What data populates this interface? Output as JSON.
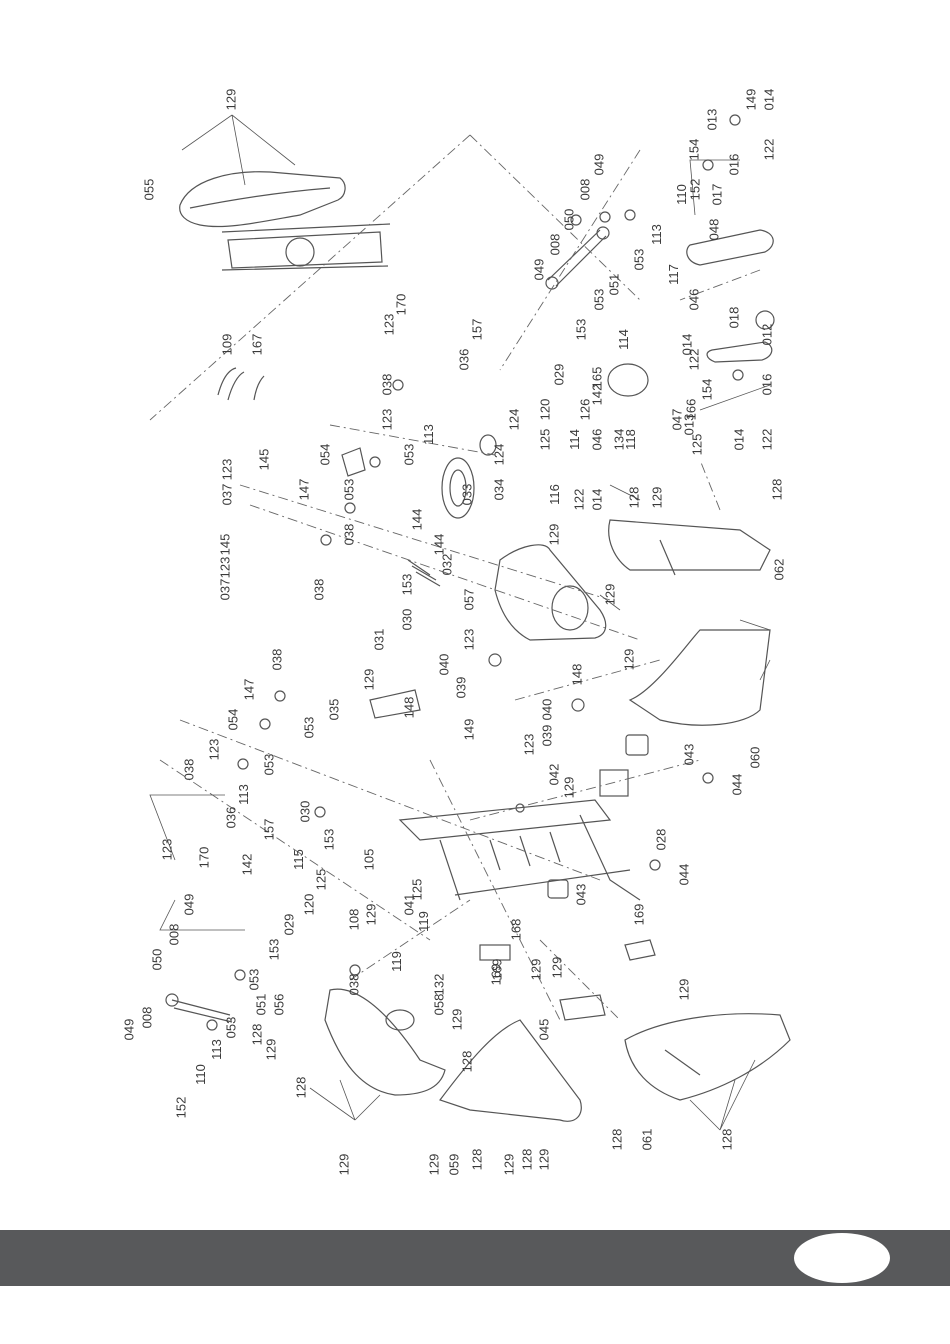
{
  "colors": {
    "line": "#555555",
    "label": "#3a3a3a",
    "footer_bar": "#58595b",
    "page_badge": "#ffffff"
  },
  "page_number": "",
  "parts": [
    {
      "id": "p1",
      "text": "129"
    },
    {
      "id": "p2",
      "text": "055"
    },
    {
      "id": "p3",
      "text": "014"
    },
    {
      "id": "p4",
      "text": "149"
    },
    {
      "id": "p5",
      "text": "013"
    },
    {
      "id": "p6",
      "text": "154"
    },
    {
      "id": "p7",
      "text": "016"
    },
    {
      "id": "p8",
      "text": "122"
    },
    {
      "id": "p9",
      "text": "017"
    },
    {
      "id": "p10",
      "text": "152"
    },
    {
      "id": "p11",
      "text": "110"
    },
    {
      "id": "p12",
      "text": "049"
    },
    {
      "id": "p13",
      "text": "008"
    },
    {
      "id": "p14",
      "text": "050"
    },
    {
      "id": "p15",
      "text": "008"
    },
    {
      "id": "p16",
      "text": "049"
    },
    {
      "id": "p17",
      "text": "113"
    },
    {
      "id": "p18",
      "text": "053"
    },
    {
      "id": "p19",
      "text": "051"
    },
    {
      "id": "p20",
      "text": "053"
    },
    {
      "id": "p21",
      "text": "117"
    },
    {
      "id": "p22",
      "text": "046"
    },
    {
      "id": "p23",
      "text": "048"
    },
    {
      "id": "p24",
      "text": "114"
    },
    {
      "id": "p25",
      "text": "014"
    },
    {
      "id": "p26",
      "text": "122"
    },
    {
      "id": "p27",
      "text": "018"
    },
    {
      "id": "p28",
      "text": "012"
    },
    {
      "id": "p29",
      "text": "016"
    },
    {
      "id": "p30",
      "text": "154"
    },
    {
      "id": "p31",
      "text": "013"
    },
    {
      "id": "p32",
      "text": "125"
    },
    {
      "id": "p33",
      "text": "014"
    },
    {
      "id": "p34",
      "text": "122"
    },
    {
      "id": "p35",
      "text": "170"
    },
    {
      "id": "p36",
      "text": "123"
    },
    {
      "id": "p37",
      "text": "157"
    },
    {
      "id": "p38",
      "text": "036"
    },
    {
      "id": "p39",
      "text": "153"
    },
    {
      "id": "p40",
      "text": "029"
    },
    {
      "id": "p41",
      "text": "165"
    },
    {
      "id": "p42",
      "text": "142"
    },
    {
      "id": "p43",
      "text": "126"
    },
    {
      "id": "p44",
      "text": "120"
    },
    {
      "id": "p45",
      "text": "047"
    },
    {
      "id": "p46",
      "text": "166"
    },
    {
      "id": "p47",
      "text": "118"
    },
    {
      "id": "p48",
      "text": "134"
    },
    {
      "id": "p49",
      "text": "046"
    },
    {
      "id": "p50",
      "text": "114"
    },
    {
      "id": "p51",
      "text": "125"
    },
    {
      "id": "p52",
      "text": "124"
    },
    {
      "id": "p53",
      "text": "124"
    },
    {
      "id": "p54",
      "text": "113"
    },
    {
      "id": "p55",
      "text": "053"
    },
    {
      "id": "p56",
      "text": "109"
    },
    {
      "id": "p57",
      "text": "167"
    },
    {
      "id": "p58",
      "text": "038"
    },
    {
      "id": "p59",
      "text": "123"
    },
    {
      "id": "p60",
      "text": "054"
    },
    {
      "id": "p61",
      "text": "147"
    },
    {
      "id": "p62",
      "text": "053"
    },
    {
      "id": "p63",
      "text": "123"
    },
    {
      "id": "p64",
      "text": "037"
    },
    {
      "id": "p65",
      "text": "145"
    },
    {
      "id": "p66",
      "text": "033"
    },
    {
      "id": "p67",
      "text": "034"
    },
    {
      "id": "p68",
      "text": "116"
    },
    {
      "id": "p69",
      "text": "122"
    },
    {
      "id": "p70",
      "text": "014"
    },
    {
      "id": "p71",
      "text": "128"
    },
    {
      "id": "p72",
      "text": "129"
    },
    {
      "id": "p73",
      "text": "128"
    },
    {
      "id": "p74",
      "text": "144"
    },
    {
      "id": "p75",
      "text": "038"
    },
    {
      "id": "p76",
      "text": "144"
    },
    {
      "id": "p77",
      "text": "032"
    },
    {
      "id": "p78",
      "text": "129"
    },
    {
      "id": "p79",
      "text": "123"
    },
    {
      "id": "p80",
      "text": "037"
    },
    {
      "id": "p81",
      "text": "145"
    },
    {
      "id": "p82",
      "text": "153"
    },
    {
      "id": "p83",
      "text": "057"
    },
    {
      "id": "p84",
      "text": "129"
    },
    {
      "id": "p85",
      "text": "062"
    },
    {
      "id": "p86",
      "text": "038"
    },
    {
      "id": "p87",
      "text": "030"
    },
    {
      "id": "p88",
      "text": "031"
    },
    {
      "id": "p89",
      "text": "123"
    },
    {
      "id": "p90",
      "text": "040"
    },
    {
      "id": "p91",
      "text": "129"
    },
    {
      "id": "p92",
      "text": "129"
    },
    {
      "id": "p93",
      "text": "039"
    },
    {
      "id": "p94",
      "text": "148"
    },
    {
      "id": "p95",
      "text": "148"
    },
    {
      "id": "p96",
      "text": "040"
    },
    {
      "id": "p97",
      "text": "035"
    },
    {
      "id": "p98",
      "text": "039"
    },
    {
      "id": "p99",
      "text": "123"
    },
    {
      "id": "p100",
      "text": "149"
    },
    {
      "id": "p101",
      "text": "060"
    },
    {
      "id": "p102",
      "text": "043"
    },
    {
      "id": "p103",
      "text": "044"
    },
    {
      "id": "p104",
      "text": "038"
    },
    {
      "id": "p105",
      "text": "147"
    },
    {
      "id": "p106",
      "text": "054"
    },
    {
      "id": "p107",
      "text": "123"
    },
    {
      "id": "p108",
      "text": "038"
    },
    {
      "id": "p109",
      "text": "053"
    },
    {
      "id": "p110",
      "text": "053"
    },
    {
      "id": "p111",
      "text": "113"
    },
    {
      "id": "p112",
      "text": "123"
    },
    {
      "id": "p113",
      "text": "170"
    },
    {
      "id": "p114",
      "text": "036"
    },
    {
      "id": "p115",
      "text": "157"
    },
    {
      "id": "p116",
      "text": "030"
    },
    {
      "id": "p117",
      "text": "153"
    },
    {
      "id": "p118",
      "text": "142"
    },
    {
      "id": "p119",
      "text": "115"
    },
    {
      "id": "p120",
      "text": "105"
    },
    {
      "id": "p121",
      "text": "125"
    },
    {
      "id": "p122",
      "text": "119"
    },
    {
      "id": "p123",
      "text": "042"
    },
    {
      "id": "p124",
      "text": "129"
    },
    {
      "id": "p125",
      "text": "028"
    },
    {
      "id": "p126",
      "text": "044"
    },
    {
      "id": "p127",
      "text": "043"
    },
    {
      "id": "p128",
      "text": "049"
    },
    {
      "id": "p129",
      "text": "008"
    },
    {
      "id": "p130",
      "text": "050"
    },
    {
      "id": "p131",
      "text": "153"
    },
    {
      "id": "p132",
      "text": "029"
    },
    {
      "id": "p133",
      "text": "120"
    },
    {
      "id": "p134",
      "text": "125"
    },
    {
      "id": "p135",
      "text": "108"
    },
    {
      "id": "p136",
      "text": "129"
    },
    {
      "id": "p137",
      "text": "041"
    },
    {
      "id": "p138",
      "text": "119"
    },
    {
      "id": "p139",
      "text": "038"
    },
    {
      "id": "p140",
      "text": "168"
    },
    {
      "id": "p141",
      "text": "169"
    },
    {
      "id": "p142",
      "text": "129"
    },
    {
      "id": "p143",
      "text": "053"
    },
    {
      "id": "p144",
      "text": "051"
    },
    {
      "id": "p145",
      "text": "049"
    },
    {
      "id": "p146",
      "text": "008"
    },
    {
      "id": "p147",
      "text": "053"
    },
    {
      "id": "p148",
      "text": "113"
    },
    {
      "id": "p149",
      "text": "110"
    },
    {
      "id": "p150",
      "text": "152"
    },
    {
      "id": "p151",
      "text": "056"
    },
    {
      "id": "p152",
      "text": "128"
    },
    {
      "id": "p153",
      "text": "129"
    },
    {
      "id": "p154",
      "text": "128"
    },
    {
      "id": "p155",
      "text": "058"
    },
    {
      "id": "p156",
      "text": "132"
    },
    {
      "id": "p157",
      "text": "169"
    },
    {
      "id": "p158",
      "text": "129"
    },
    {
      "id": "p159",
      "text": "045"
    },
    {
      "id": "p160",
      "text": "129"
    },
    {
      "id": "p161",
      "text": "129"
    },
    {
      "id": "p162",
      "text": "128"
    },
    {
      "id": "p163",
      "text": "129"
    },
    {
      "id": "p164",
      "text": "059"
    },
    {
      "id": "p165",
      "text": "128"
    },
    {
      "id": "p166",
      "text": "129"
    },
    {
      "id": "p167",
      "text": "128"
    },
    {
      "id": "p168",
      "text": "129"
    },
    {
      "id": "p169",
      "text": "129"
    },
    {
      "id": "p170",
      "text": "128"
    },
    {
      "id": "p171",
      "text": "061"
    },
    {
      "id": "p172",
      "text": "128"
    },
    {
      "id": "p173",
      "text": "169"
    }
  ]
}
